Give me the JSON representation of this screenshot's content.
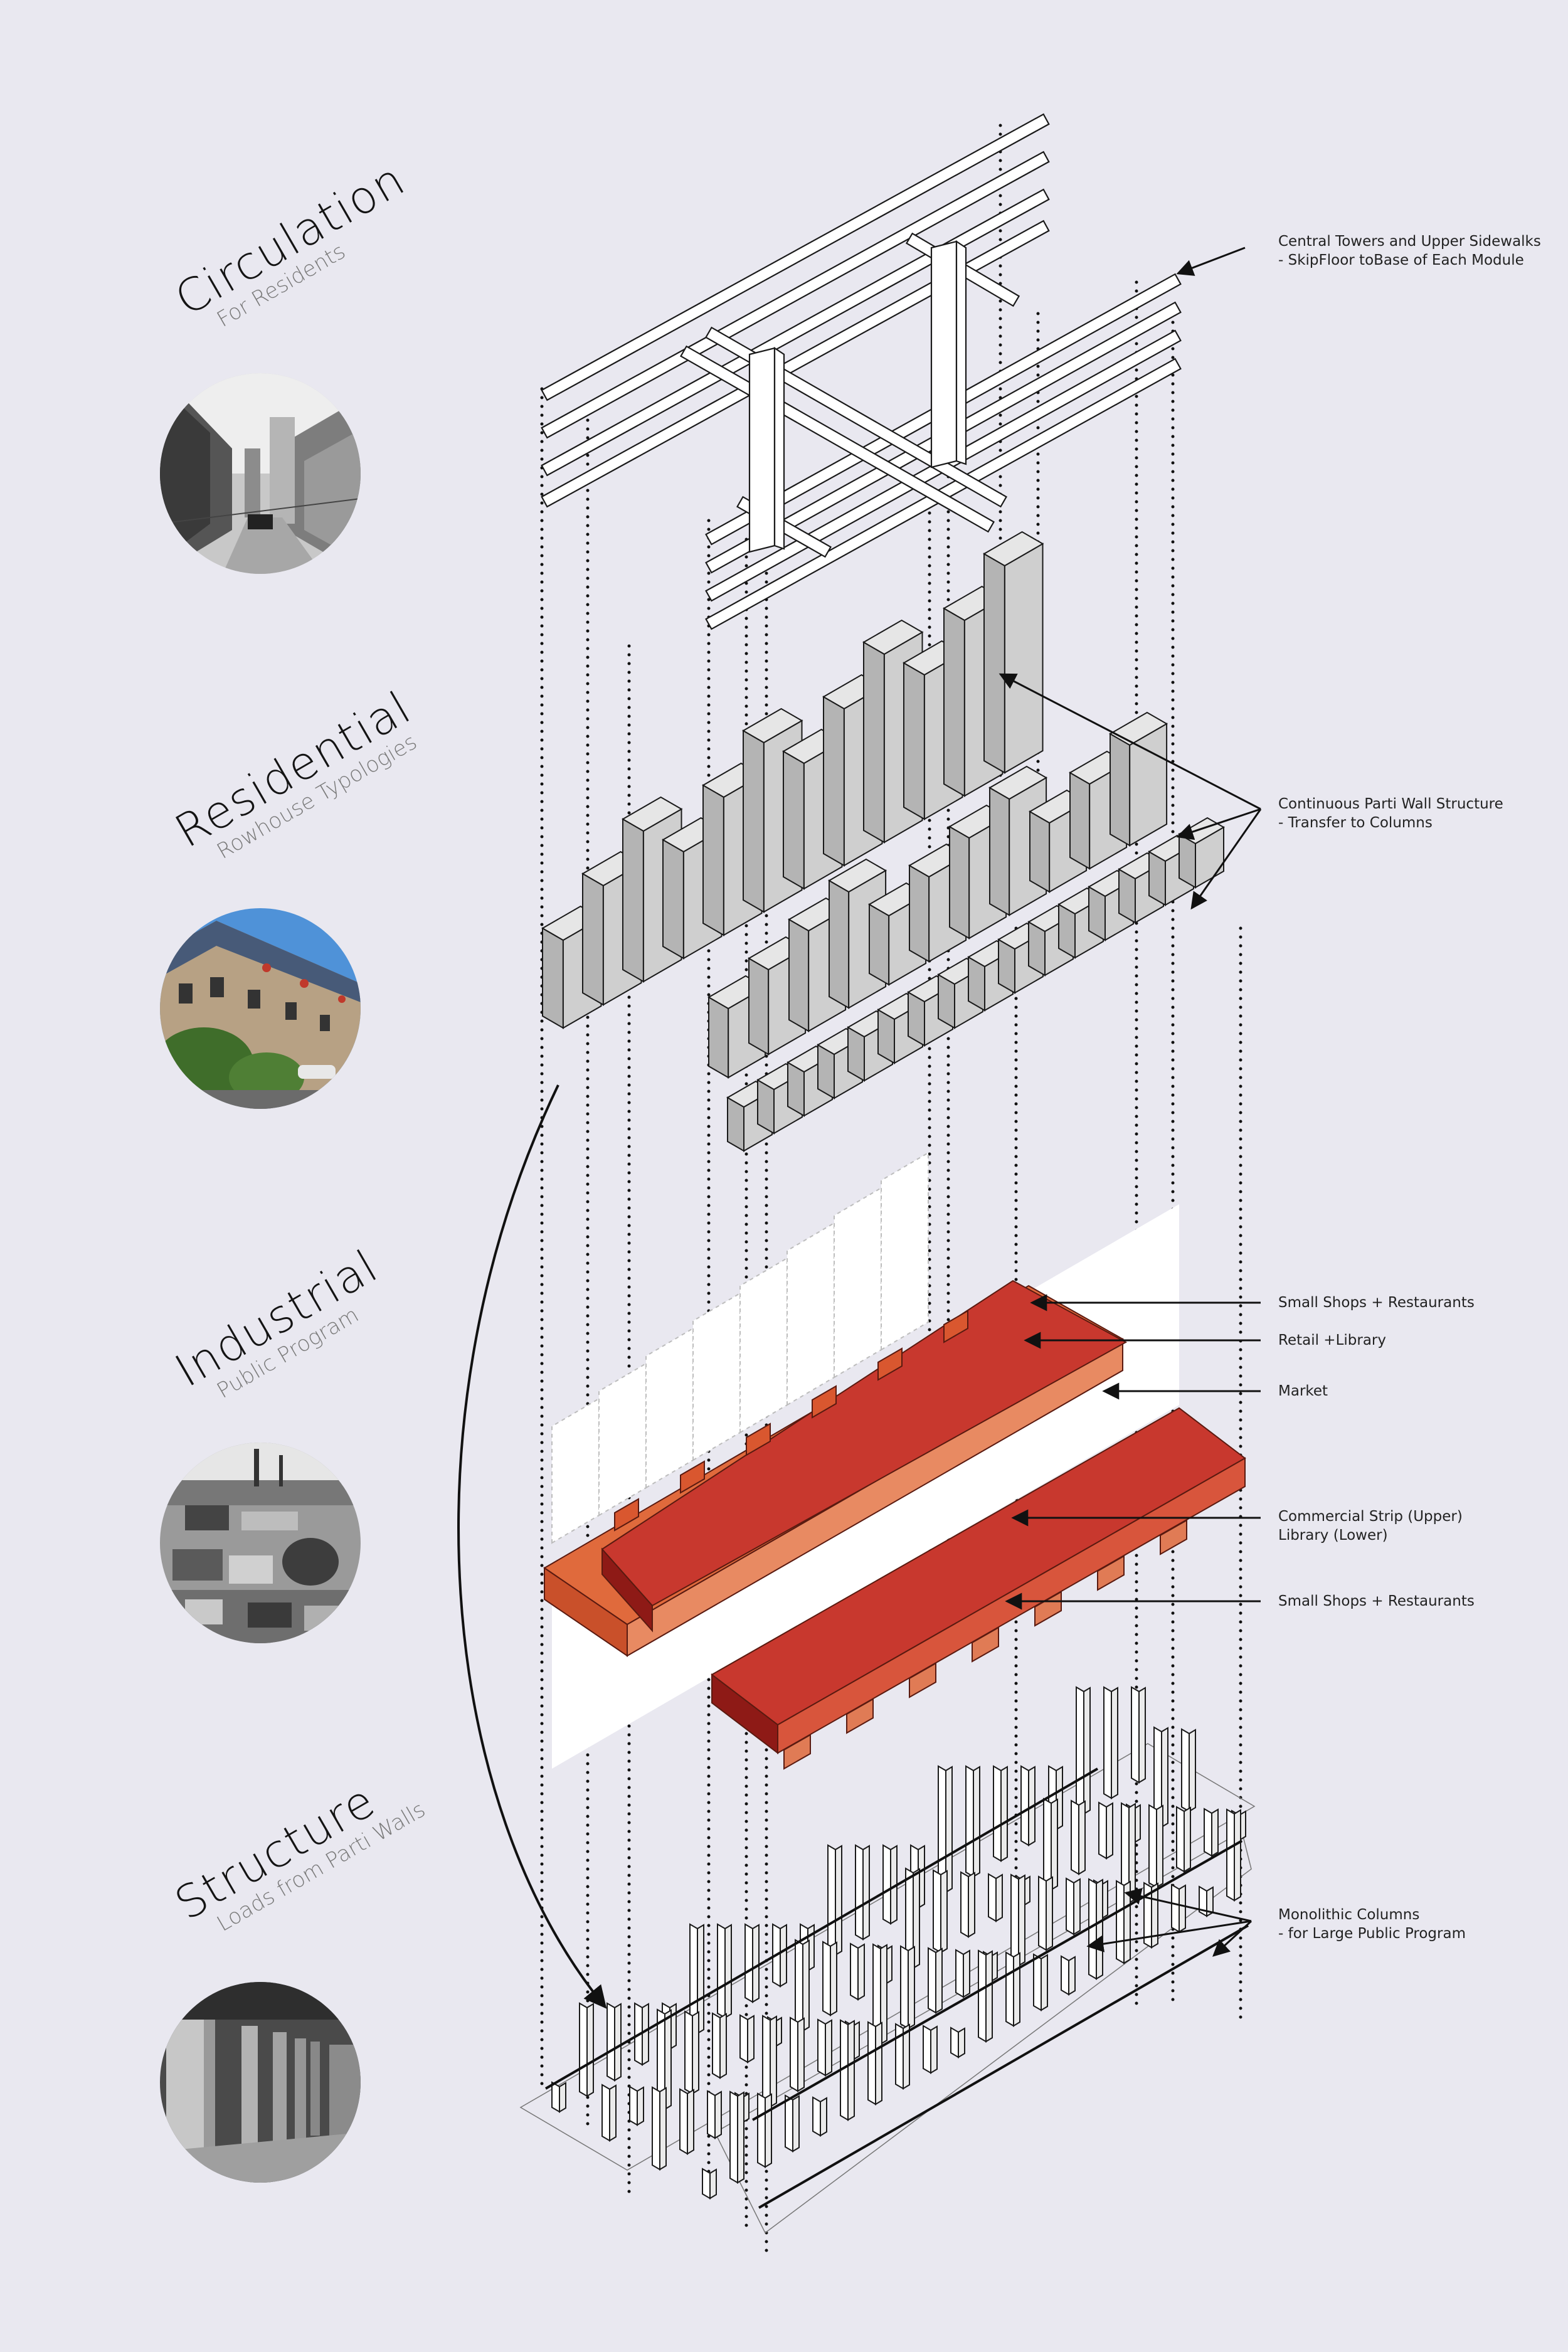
{
  "layers": [
    {
      "id": "circulation",
      "title": "Circulation",
      "subtitle": "For Residents"
    },
    {
      "id": "residential",
      "title": "Residential",
      "subtitle": "Rowhouse Typologies"
    },
    {
      "id": "industrial",
      "title": "Industrial",
      "subtitle": "Public Program"
    },
    {
      "id": "structure",
      "title": "Structure",
      "subtitle": "Loads from Parti Walls"
    }
  ],
  "photos": [
    {
      "id": "alley",
      "subject": "black and white narrow street photograph"
    },
    {
      "id": "rowhouses",
      "subject": "color photograph of stone rowhouses with mansard roofs"
    },
    {
      "id": "industrial-city",
      "subject": "black and white aerial photograph of industrial neighborhood"
    },
    {
      "id": "columns",
      "subject": "black and white photograph of monolithic concrete columns"
    }
  ],
  "annotations": [
    {
      "id": "central-towers",
      "line1": "Central Towers and Upper Sidewalks",
      "line2": "- SkipFloor toBase of Each Module"
    },
    {
      "id": "parti-wall",
      "line1": "Continuous Parti Wall Structure",
      "line2": "- Transfer to Columns"
    },
    {
      "id": "small-shops-upper",
      "line1": "Small Shops + Restaurants",
      "line2": ""
    },
    {
      "id": "retail-library",
      "line1": "Retail +Library",
      "line2": ""
    },
    {
      "id": "market",
      "line1": "Market",
      "line2": ""
    },
    {
      "id": "commercial-strip",
      "line1": "Commercial Strip (Upper)",
      "line2": "Library (Lower)"
    },
    {
      "id": "small-shops-lower",
      "line1": "Small Shops + Restaurants",
      "line2": ""
    },
    {
      "id": "monolithic-columns",
      "line1": "Monolithic Columns",
      "line2": "- for Large Public Program"
    }
  ],
  "colors": {
    "background": "#e9e8f0",
    "module_gray": "#c9c9c9",
    "program_red": "#c8382e",
    "program_orange": "#e06a3c",
    "program_dark": "#8e1a16",
    "ink": "#141414"
  }
}
